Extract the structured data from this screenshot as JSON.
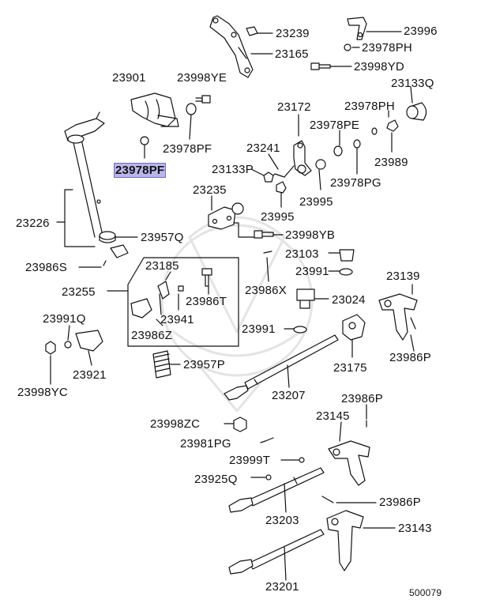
{
  "diagram_id": "500079",
  "highlight_color": "#b8b6ea",
  "labels": {
    "p23239": "23239",
    "p23996": "23996",
    "p23978PH_top": "23978PH",
    "p23165": "23165",
    "p23998YD": "23998YD",
    "p23901": "23901",
    "p23998YE": "23998YE",
    "p23133Q": "23133Q",
    "p23172": "23172",
    "p23978PH_mid": "23978PH",
    "p23978PE": "23978PE",
    "p23978PF_a": "23978PF",
    "p23978PF_b": "23978PF",
    "p23241": "23241",
    "p23989": "23989",
    "p23133P": "23133P",
    "p23995_a": "23995",
    "p23978PG": "23978PG",
    "p23235": "23235",
    "p23995_b": "23995",
    "p23226": "23226",
    "p23957Q": "23957Q",
    "p23998YB": "23998YB",
    "p23986S": "23986S",
    "p23185": "23185",
    "p23103": "23103",
    "p23991_a": "23991",
    "p23139": "23139",
    "p23255": "23255",
    "p23986X": "23986X",
    "p23986T": "23986T",
    "p23024": "23024",
    "p23991Q": "23991Q",
    "p23941": "23941",
    "p23986Z": "23986Z",
    "p23991_b": "23991",
    "p23986P_a": "23986P",
    "p23921": "23921",
    "p23175": "23175",
    "p23957P": "23957P",
    "p23998YC": "23998YC",
    "p23207": "23207",
    "p23986P_b": "23986P",
    "p23145": "23145",
    "p23998ZC": "23998ZC",
    "p23981PG": "23981PG",
    "p23999T": "23999T",
    "p23925Q": "23925Q",
    "p23986P_c": "23986P",
    "p23203": "23203",
    "p23143": "23143",
    "p23201": "23201"
  }
}
